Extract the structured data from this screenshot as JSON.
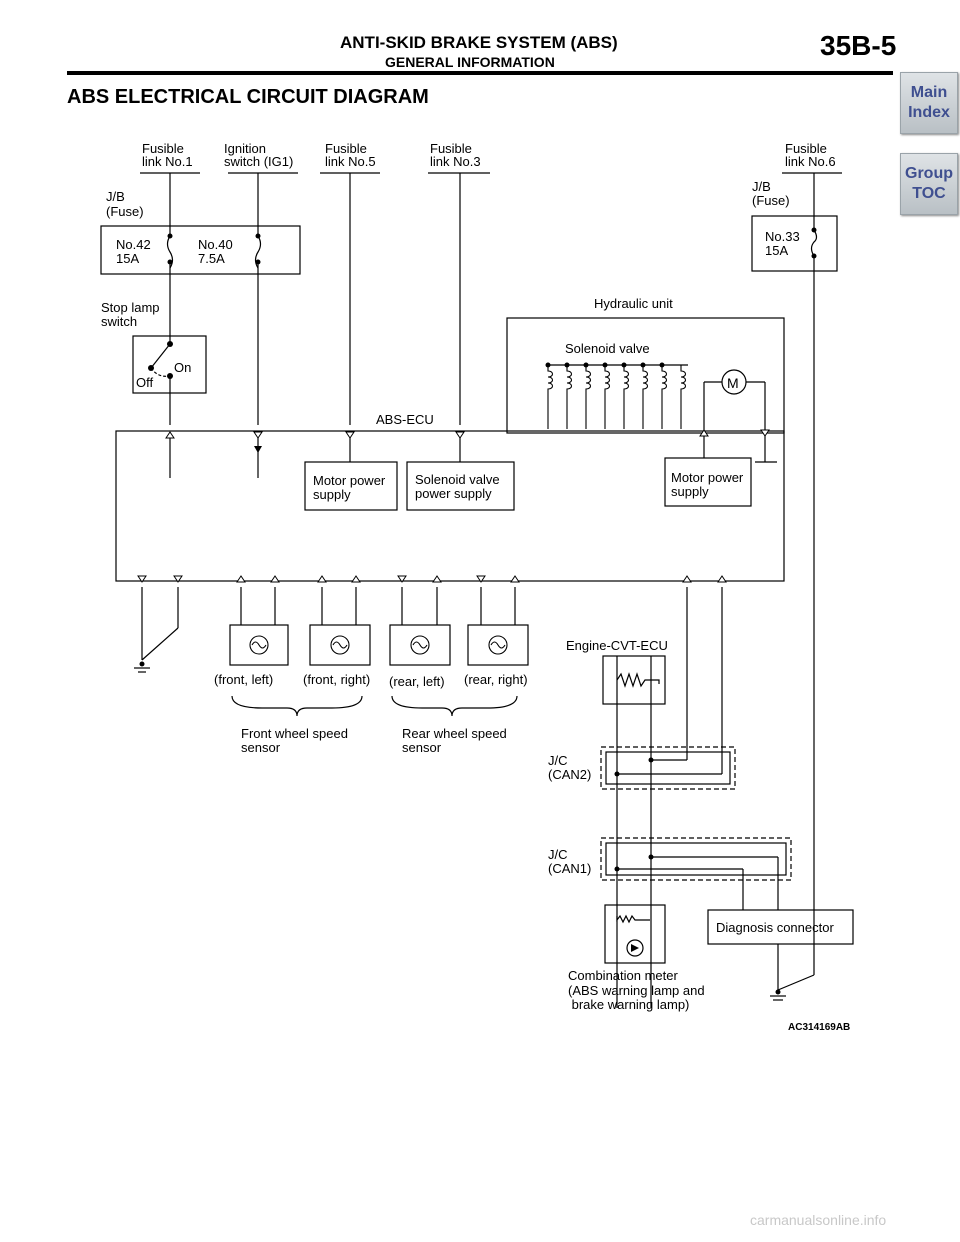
{
  "header": {
    "title": "ANTI-SKID BRAKE SYSTEM (ABS)",
    "subtitle": "GENERAL INFORMATION",
    "page": "35B-5"
  },
  "section_title": "ABS ELECTRICAL CIRCUIT DIAGRAM",
  "nav": {
    "main_index": [
      "Main",
      "Index"
    ],
    "group_toc": [
      "Group",
      "TOC"
    ]
  },
  "diagram": {
    "fusible_link_1": [
      "Fusible",
      "link No.1"
    ],
    "ignition_switch": [
      "Ignition",
      "switch (IG1)"
    ],
    "fusible_link_5": [
      "Fusible",
      "link No.5"
    ],
    "fusible_link_3": [
      "Fusible",
      "link No.3"
    ],
    "fusible_link_6": [
      "Fusible",
      "link No.6"
    ],
    "jb_left": [
      "J/B",
      "(Fuse)"
    ],
    "jb_right": [
      "J/B",
      "(Fuse)"
    ],
    "fuse_42": [
      "No.42",
      "15A"
    ],
    "fuse_40": [
      "No.40",
      "7.5A"
    ],
    "fuse_33": [
      "No.33",
      "15A"
    ],
    "stop_lamp_switch": [
      "Stop lamp",
      "switch"
    ],
    "switch_on": "On",
    "switch_off": "Off",
    "hydraulic_unit": "Hydraulic unit",
    "solenoid_valve": "Solenoid valve",
    "motor_symbol": "M",
    "abs_ecu": "ABS-ECU",
    "motor_power_supply_left": [
      "Motor power",
      "supply"
    ],
    "solenoid_valve_power_supply": [
      "Solenoid valve",
      "power supply"
    ],
    "motor_power_supply_right": [
      "Motor power",
      "supply"
    ],
    "sensor_front_left": "(front, left)",
    "sensor_front_right": "(front, right)",
    "sensor_rear_left": "(rear, left)",
    "sensor_rear_right": "(rear, right)",
    "front_wheel_speed_sensor": [
      "Front wheel speed",
      "sensor"
    ],
    "rear_wheel_speed_sensor": [
      "Rear wheel speed",
      "sensor"
    ],
    "engine_cvt_ecu": "Engine-CVT-ECU",
    "jc_can2": [
      "J/C",
      "(CAN2)"
    ],
    "jc_can1": [
      "J/C",
      "(CAN1)"
    ],
    "diagnosis_connector": "Diagnosis connector",
    "combination_meter": [
      "Combination meter",
      "(ABS warning lamp and",
      " brake warning lamp)"
    ],
    "figure_code": "AC314169AB"
  },
  "footer": {
    "watermark": "carmanualsonline.info"
  }
}
